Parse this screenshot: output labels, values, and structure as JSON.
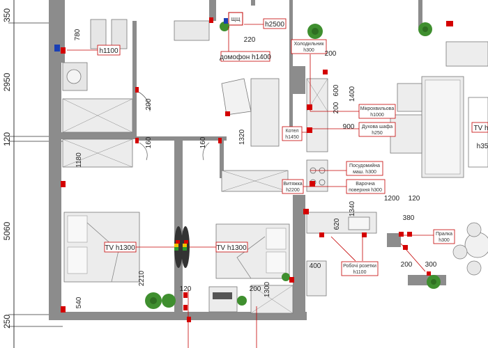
{
  "side_dimensions": [
    "350",
    "2950",
    "120",
    "5060",
    "250"
  ],
  "labels": {
    "h2500": "h2500",
    "domofon": "домофон h1400",
    "fridge": "Холодильник",
    "fridge_h": "h300",
    "microwave": "Мікрохвильова",
    "microwave_h": "h1000",
    "oven": "Духова шафа",
    "oven_h": "h250",
    "boiler": "Котел",
    "boiler_h": "h1450",
    "dishwasher": "Посудомийна",
    "dishwasher_h": "маш. h300",
    "hood": "Витяжка",
    "hood_h": "h2200",
    "cooktop": "Варочна",
    "cooktop_h": "поверхня h300",
    "washer": "Пралка",
    "washer_h": "h300",
    "work_sockets": "Робочі розетки",
    "work_sockets_h": "h1100",
    "tv_left": "TV h1300",
    "tv_right": "TV h1300",
    "tv_far": "TV h",
    "h35": "h35",
    "h1100": "h1100",
    "shch": "ЩЩ"
  },
  "dims": {
    "d780": "780",
    "d220": "220",
    "d200a": "200",
    "d200b": "200",
    "d200c": "200",
    "d200d": "200",
    "d160a": "160",
    "d160b": "160",
    "d1180": "1180",
    "d1320": "1320",
    "d600": "600",
    "d1400": "1400",
    "d900": "900",
    "d1200": "1200",
    "d120a": "120",
    "d120b": "120",
    "d1340": "1340",
    "d620": "620",
    "d380": "380",
    "d400": "400",
    "d200e": "200",
    "d300": "300",
    "d2210": "2210",
    "d540": "540",
    "d1300": "1300"
  }
}
